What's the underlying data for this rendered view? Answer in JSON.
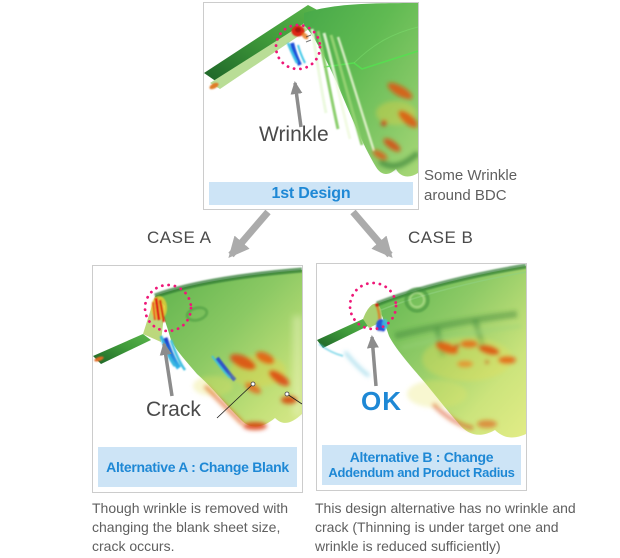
{
  "colors": {
    "accent_blue": "#1e88d5",
    "banner_bg": "#cde4f6",
    "box_border": "#cccccc",
    "label_gray": "#4a4a4a",
    "caption_gray": "#5f5f5f",
    "arrow_gray": "#ababab",
    "pointer_gray": "#8c8c8c",
    "circle_pink": "#ee1878"
  },
  "top_panel": {
    "banner": "1st Design",
    "wrinkle_label": "Wrinkle",
    "note": "Some Wrinkle around BDC"
  },
  "branches": {
    "case_a_label": "CASE A",
    "case_b_label": "CASE B"
  },
  "case_a": {
    "banner": "Alternative A : Change Blank",
    "crack_label": "Crack",
    "caption": "Though wrinkle is removed with changing the blank sheet size, crack occurs."
  },
  "case_b": {
    "banner_line1": "Alternative B : Change",
    "banner_line2": "Addendum and Product Radius",
    "ok_label": "OK",
    "caption": "This design alternative has no wrinkle and crack (Thinning is under target one and wrinkle is reduced sufficiently)"
  }
}
